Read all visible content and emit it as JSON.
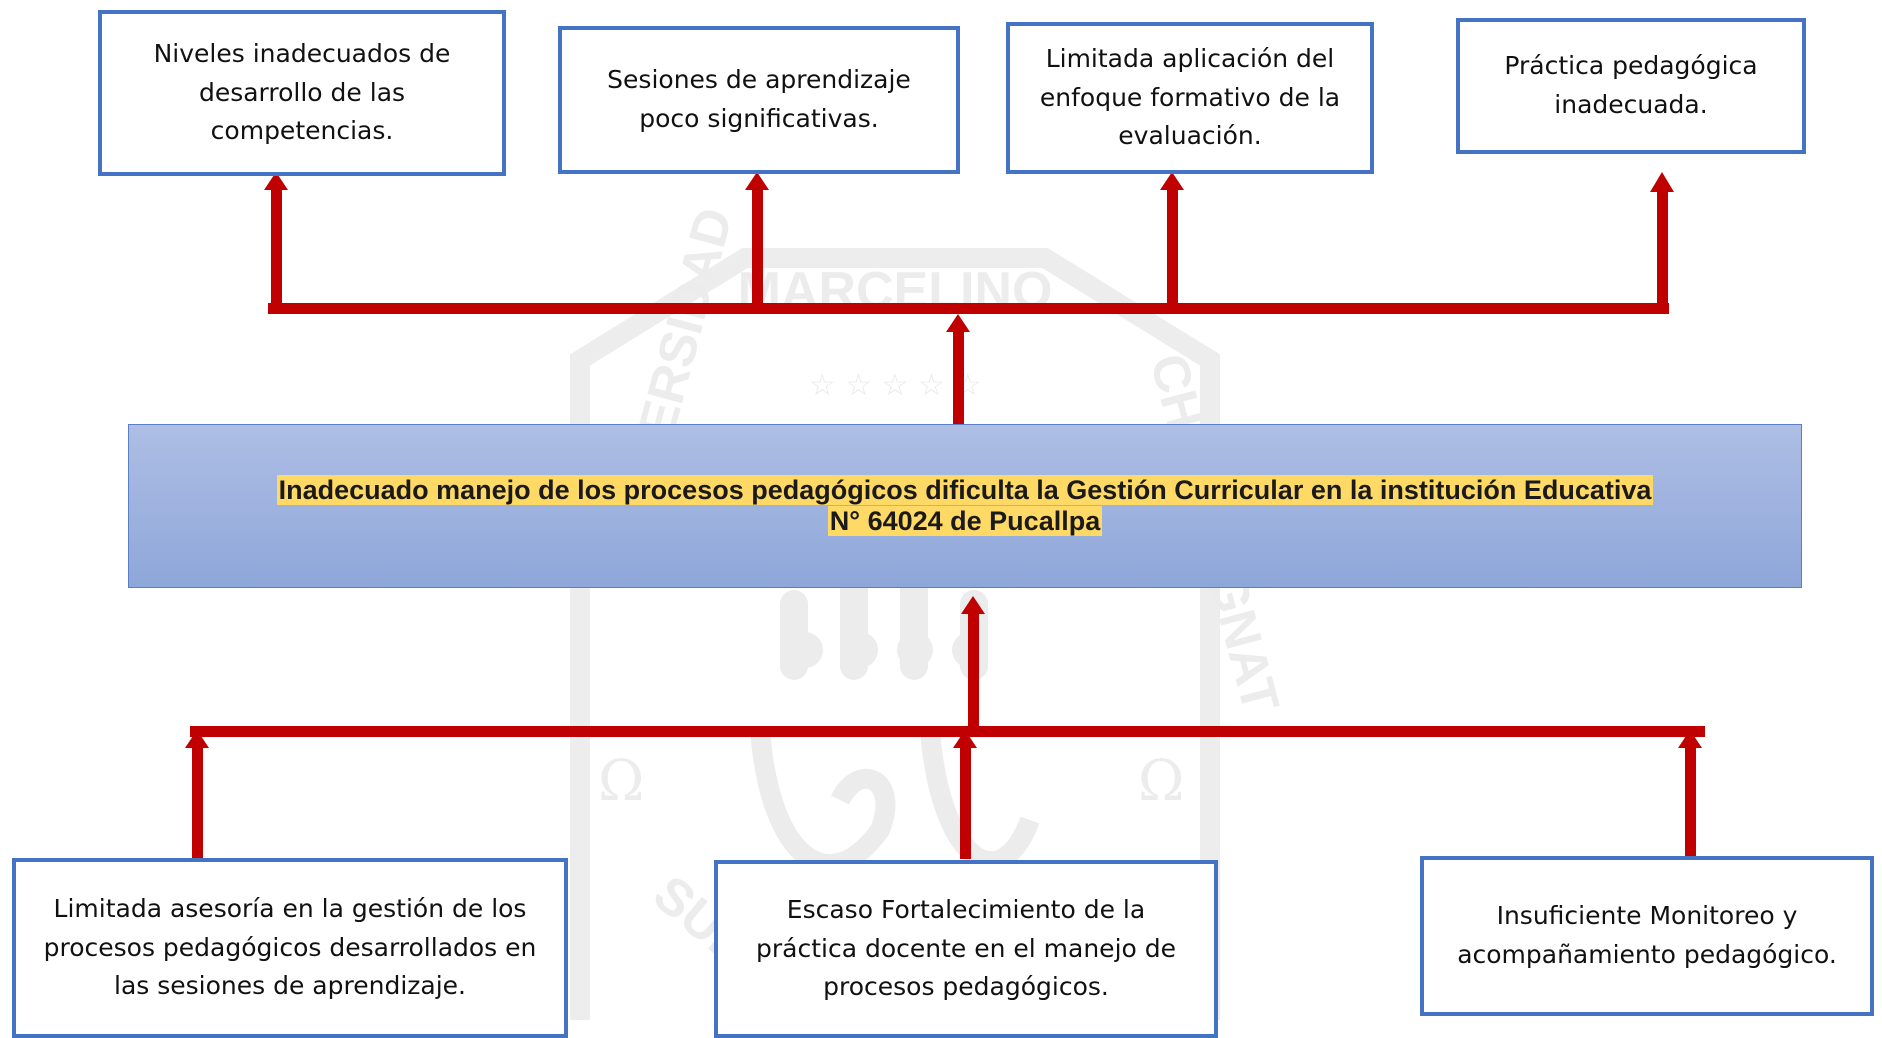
{
  "diagram": {
    "watermark": {
      "top_text": "MARCELINO",
      "left_side": "UNIVERSIDAD",
      "right_side": "CHAMPAGNAT",
      "bottom_text": "SUPERIOR"
    },
    "central_problem": {
      "line1": "Inadecuado manejo de los procesos pedagógicos dificulta la Gestión Curricular en la institución Educativa",
      "line2": "N° 64024 de Pucallpa"
    },
    "effects": [
      {
        "text": "Niveles inadecuados de\ndesarrollo de las\ncompetencias."
      },
      {
        "text": "Sesiones de aprendizaje\npoco significativas."
      },
      {
        "text": "Limitada aplicación del\nenfoque formativo de la\nevaluación."
      },
      {
        "text": "Práctica pedagógica\ninadecuada."
      }
    ],
    "causes": [
      {
        "text": "Limitada asesoría en la gestión de los\nprocesos pedagógicos desarrollados en\nlas sesiones de aprendizaje."
      },
      {
        "text": "Escaso Fortalecimiento de la\npráctica docente en el manejo de\nprocesos pedagógicos."
      },
      {
        "text": "Insuficiente Monitoreo y\nacompañamiento pedagógico."
      }
    ],
    "colors": {
      "box_border": "#4472C4",
      "arrow": "#C00000",
      "central_fill": "#9DB2E0",
      "highlight": "#FFD966",
      "watermark": "#e6e6e6"
    }
  }
}
